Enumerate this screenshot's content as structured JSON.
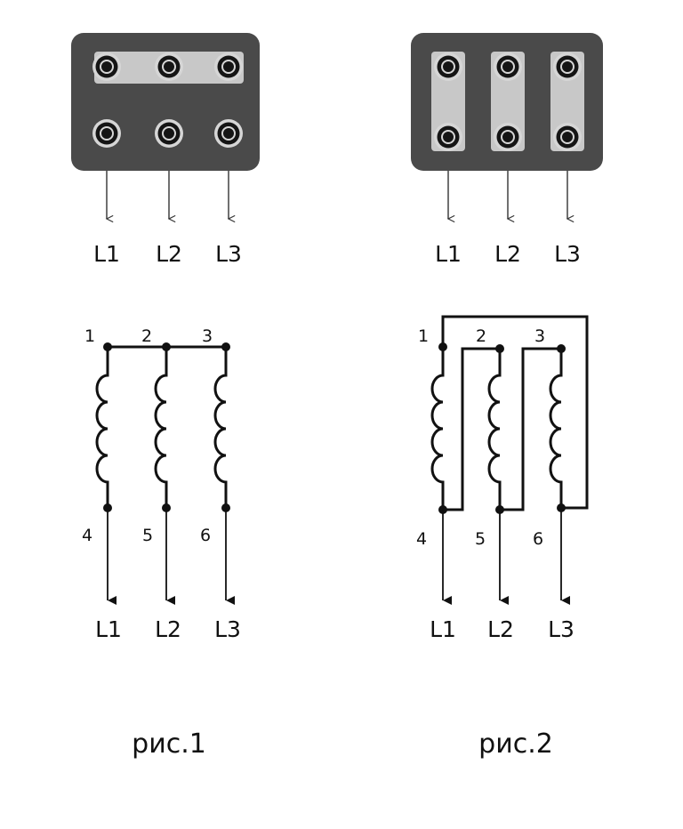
{
  "fig1": {
    "caption": "рис.1",
    "outputs": [
      "L1",
      "L2",
      "L3"
    ],
    "top_terminals": [
      "1",
      "2",
      "3"
    ],
    "bottom_terminals": [
      "4",
      "5",
      "6"
    ]
  },
  "fig2": {
    "caption": "рис.2",
    "outputs": [
      "L1",
      "L2",
      "L3"
    ],
    "top_terminals": [
      "1",
      "2",
      "3"
    ],
    "bottom_terminals": [
      "4",
      "5",
      "6"
    ]
  },
  "colors": {
    "block": "#4a4a4a",
    "bridge": "#c8c8c8",
    "wire": "#111111"
  }
}
